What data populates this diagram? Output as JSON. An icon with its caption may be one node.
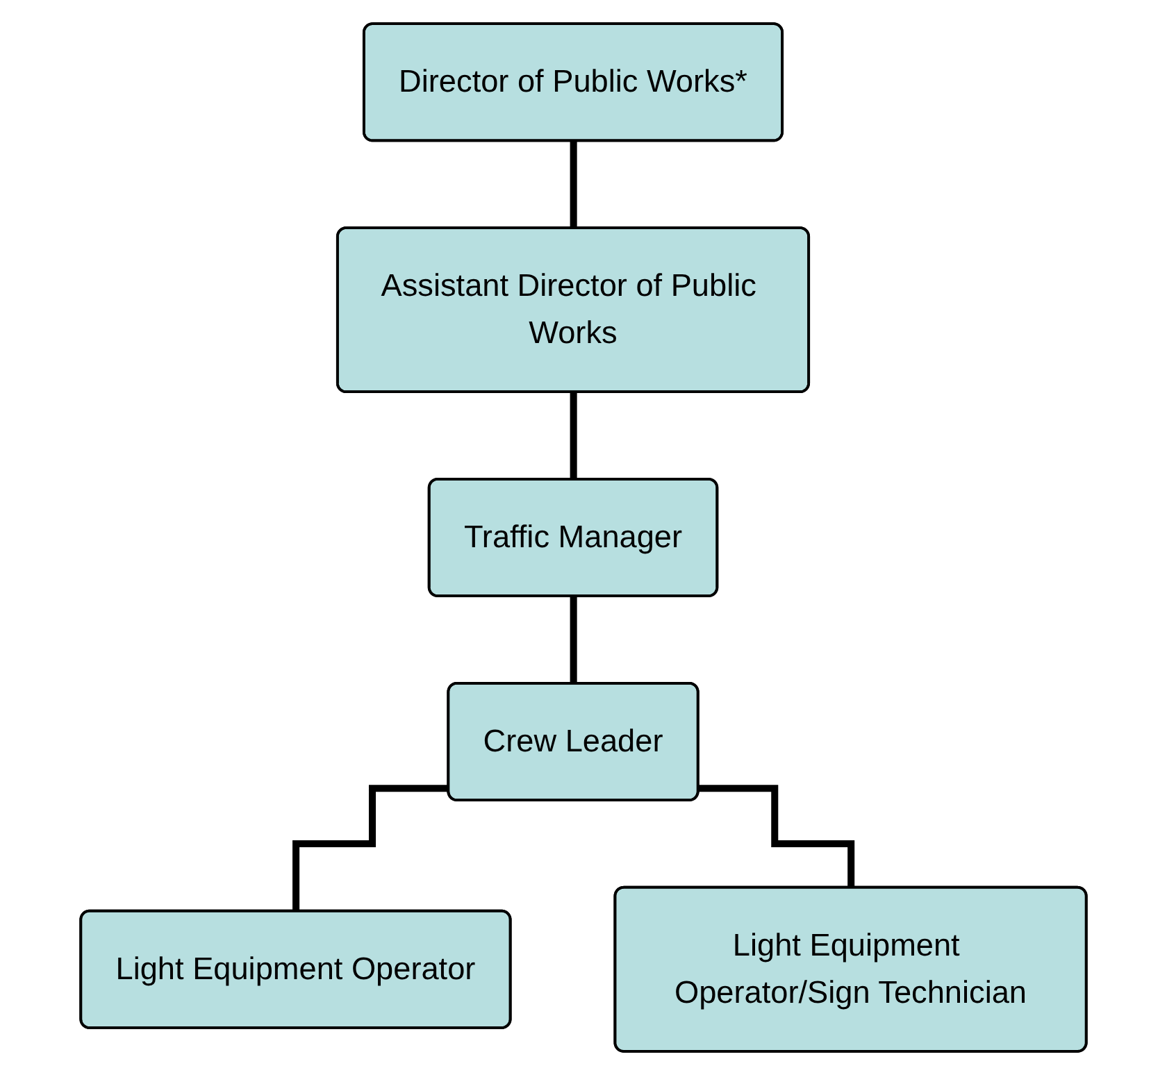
{
  "diagram": {
    "nodes": [
      {
        "text": [
          "Director of Public Works*"
        ]
      },
      {
        "text": [
          "Assistant Director of Public Works"
        ]
      },
      {
        "text": [
          "Traffic Manager"
        ]
      },
      {
        "text": [
          "Crew Leader"
        ]
      },
      {
        "text": [
          "Light Equipment Operator"
        ]
      },
      {
        "text": [
          "Light Equipment Operator/Sign Technician"
        ]
      }
    ],
    "edges": [
      {
        "from": 0,
        "to": 1,
        "arrow": "none"
      },
      {
        "from": 1,
        "to": 2,
        "arrow": "none"
      },
      {
        "from": 2,
        "to": 3,
        "arrow": "none"
      },
      {
        "from": 3,
        "to": 4,
        "arrow": "none"
      },
      {
        "from": 3,
        "to": 5,
        "arrow": "none"
      }
    ]
  }
}
